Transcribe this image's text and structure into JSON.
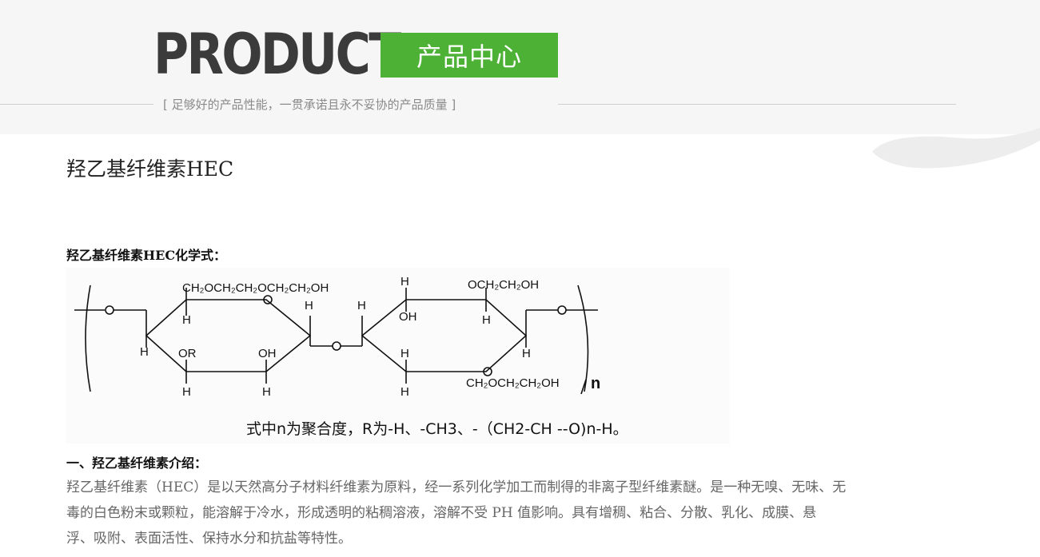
{
  "banner": {
    "title_en": "PRODUCT",
    "title_cn": "产品中心",
    "slogan": "[ 足够好的产品性能，一贯承诺且永不妥协的产品质量 ]",
    "accent_color": "#4db135"
  },
  "article": {
    "title": "羟乙基纤维素HEC",
    "formula_heading": "羟乙基纤维素HEC化学式：",
    "formula_image": {
      "labels": {
        "top_left": "CH₂OCH₂CH₂OCH₂CH₂OH",
        "top_right": "OCH₂CH₂OH",
        "bottom_right": "CH₂OCH₂CH₂OH",
        "or": "OR",
        "oh": "OH",
        "h": "H",
        "n": "n"
      },
      "caption": "式中n为聚合度，R为-H、-CH3、-（CH2-CH  --O)n-H。"
    },
    "intro_heading": "一、羟乙基纤维素介绍：",
    "intro_lines": [
      "羟乙基纤维素（HEC）是以天然高分子材料纤维素为原料，经一系列化学加工而制得的非离子型纤维素醚。是一种无嗅、无味、无",
      "毒的白色粉末或颗粒，能溶解于冷水，形成透明的粘稠溶液，溶解不受  PH  值影响。具有增稠、粘合、分散、乳化、成膜、悬",
      "浮、吸附、表面活性、保持水分和抗盐等特性。"
    ]
  }
}
